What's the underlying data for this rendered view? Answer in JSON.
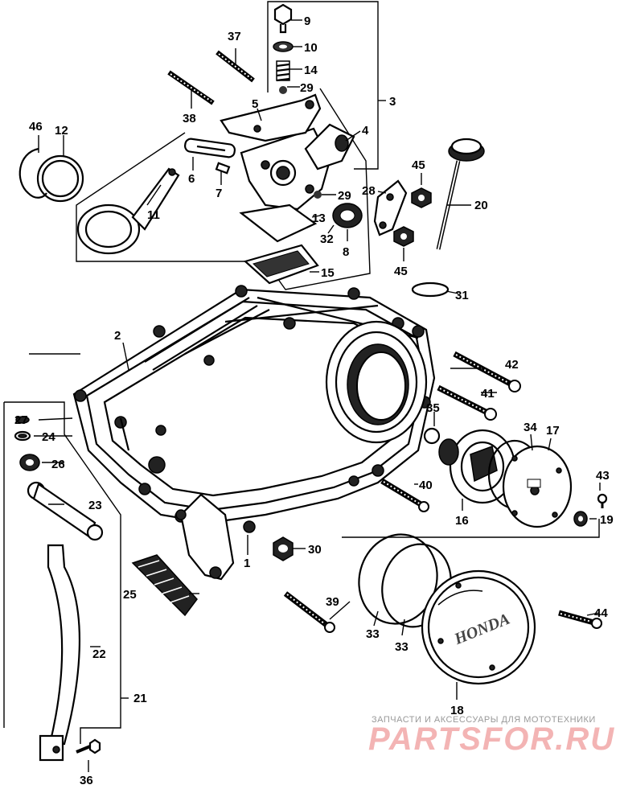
{
  "callouts": {
    "c1": "1",
    "c2": "2",
    "c3": "3",
    "c4": "4",
    "c5": "5",
    "c6": "6",
    "c7": "7",
    "c8": "8",
    "c9": "9",
    "c10": "10",
    "c11": "11",
    "c12": "12",
    "c13": "13",
    "c14": "14",
    "c15": "15",
    "c16": "16",
    "c17": "17",
    "c18": "18",
    "c19": "19",
    "c20": "20",
    "c21": "21",
    "c22": "22",
    "c23": "23",
    "c24": "24",
    "c25": "25",
    "c26": "26",
    "c27": "27",
    "c28": "28",
    "c29a": "29",
    "c29b": "29",
    "c30": "30",
    "c31": "31",
    "c32": "32",
    "c33a": "33",
    "c33b": "33",
    "c34": "34",
    "c35": "35",
    "c36": "36",
    "c37": "37",
    "c38": "38",
    "c39": "39",
    "c40": "40",
    "c41": "41",
    "c42": "42",
    "c43": "43",
    "c44": "44",
    "c45a": "45",
    "c45b": "45",
    "c46": "46"
  },
  "cover_brand": "HONDA",
  "watermark": {
    "tagline": "ЗАПЧАСТИ И АКСЕССУАРЫ ДЛЯ МОТОТЕХНИКИ",
    "site": "PARTSFOR.RU"
  }
}
